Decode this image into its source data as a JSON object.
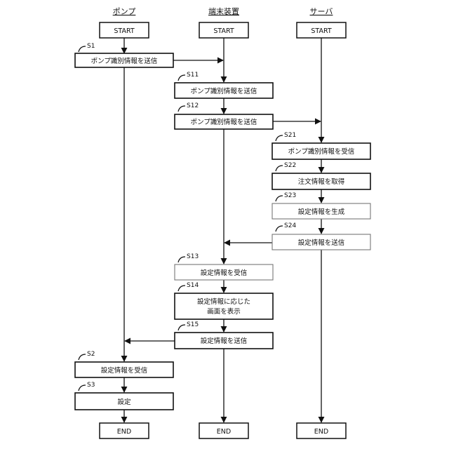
{
  "lanes": {
    "pump": "ポンプ",
    "terminal": "端末装置",
    "server": "サーバ"
  },
  "terminals": {
    "start": "START",
    "end": "END"
  },
  "steps": {
    "s1": {
      "id": "S1",
      "label": "ポンプ識別情報を送信"
    },
    "s11": {
      "id": "S11",
      "label": "ポンプ識別情報を送信"
    },
    "s12": {
      "id": "S12",
      "label": "ポンプ識別情報を送信"
    },
    "s21": {
      "id": "S21",
      "label": "ポンプ識別情報を受信"
    },
    "s22": {
      "id": "S22",
      "label": "注文情報を取得"
    },
    "s23": {
      "id": "S23",
      "label": "設定情報を生成"
    },
    "s24": {
      "id": "S24",
      "label": "設定情報を送信"
    },
    "s13": {
      "id": "S13",
      "label": "設定情報を受信"
    },
    "s14": {
      "id": "S14",
      "label_line1": "設定情報に応じた",
      "label_line2": "画面を表示"
    },
    "s15": {
      "id": "S15",
      "label": "設定情報を送信"
    },
    "s2": {
      "id": "S2",
      "label": "設定情報を受信"
    },
    "s3": {
      "id": "S3",
      "label": "設定"
    }
  }
}
